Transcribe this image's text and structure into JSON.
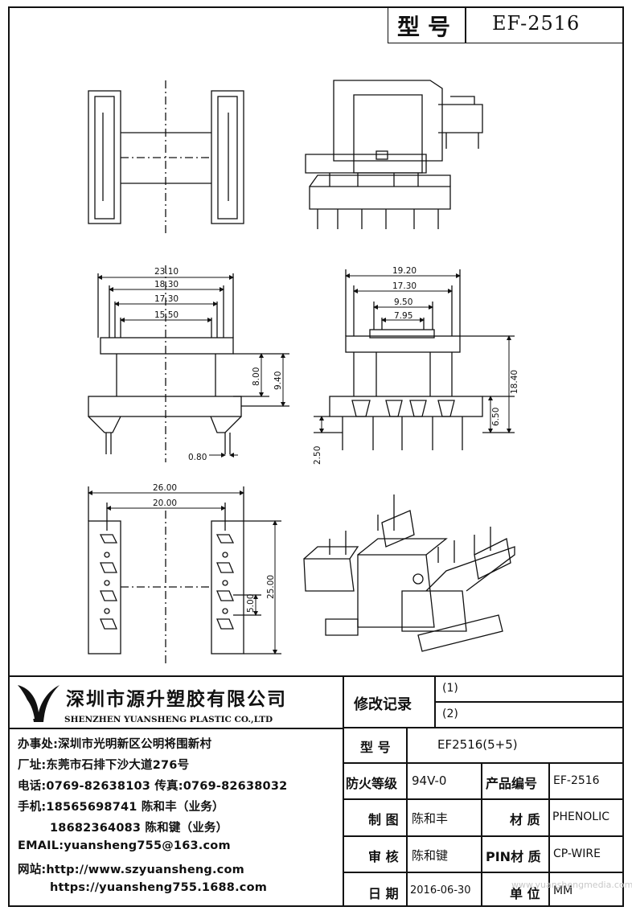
{
  "header": {
    "model_label": "型号",
    "model_value": "EF-2516"
  },
  "dimensions": {
    "front": {
      "d1": "23.10",
      "d2": "18.30",
      "d3": "17.30",
      "d4": "15.50",
      "h1": "8.00",
      "h2": "9.40",
      "pin": "0.80"
    },
    "side": {
      "d1": "19.20",
      "d2": "17.30",
      "d3": "9.50",
      "d4": "7.95",
      "h1": "18.40",
      "h2": "6.50",
      "h3": "2.50"
    },
    "bottom": {
      "d1": "26.00",
      "d2": "20.00",
      "pitch": "5.00",
      "len": "25.00"
    }
  },
  "company": {
    "name_cn": "深圳市源升塑胶有限公司",
    "name_en": "SHENZHEN YUANSHENG PLASTIC CO.,LTD",
    "office": "办事处:深圳市光明新区公明将围新村",
    "factory": "厂址:东莞市石排下沙大道276号",
    "phone": "电话:0769-82638103 传真:0769-82638032",
    "mobile1": "手机:18565698741 陈和丰（业务）",
    "mobile2": "18682364083 陈和键（业务）",
    "email": "EMAIL:yuansheng755@163.com",
    "web_label": "网站:http://www.szyuansheng.com",
    "web2": "https://yuansheng755.1688.com"
  },
  "revision": {
    "label": "修改记录",
    "r1": "(1)",
    "r2": "(2)"
  },
  "spec": {
    "model_label": "型 号",
    "model_value": "EF2516(5+5)",
    "fire_label": "防火等级",
    "fire_value": "94V-0",
    "product_no_label": "产品编号",
    "product_no_value": "EF-2516",
    "drawn_label": "制 图",
    "drawn_value": "陈和丰",
    "material_label": "材 质",
    "material_value": "PHENOLIC",
    "check_label": "审 核",
    "check_value": "陈和键",
    "pin_label": "PIN材 质",
    "pin_value": "CP-WIRE",
    "date_label": "日 期",
    "date_value": "2016-06-30",
    "unit_label": "单 位",
    "unit_value": "MM"
  },
  "watermark": "www.yuanshengmedia.com"
}
